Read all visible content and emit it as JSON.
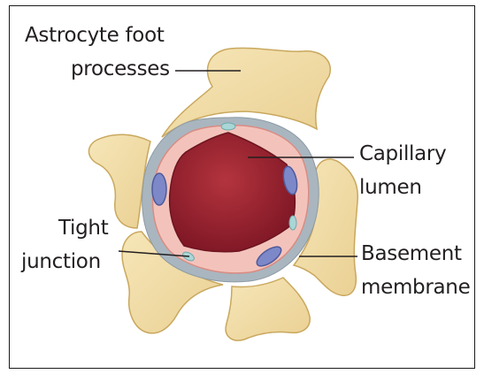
{
  "labels": {
    "astrocyte_line1": "Astrocyte foot",
    "astrocyte_line2": "processes",
    "capillary_line1": "Capillary",
    "capillary_line2": "lumen",
    "tight_line1": "Tight",
    "tight_line2": "junction",
    "basement_line1": "Basement",
    "basement_line2": "membrane"
  },
  "colors": {
    "astrocyte_fill": "#f2dda6",
    "astrocyte_stroke": "#c9a85e",
    "basement_membrane": "#a9b6bf",
    "endothelium": "#f3c3bb",
    "endothelium_stroke": "#d98c83",
    "lumen_dark": "#8c1c2a",
    "lumen_light": "#b3343e",
    "nucleus": "#7d88c8",
    "tight_junction": "#a9d6d6",
    "leader_line": "#231f20"
  }
}
